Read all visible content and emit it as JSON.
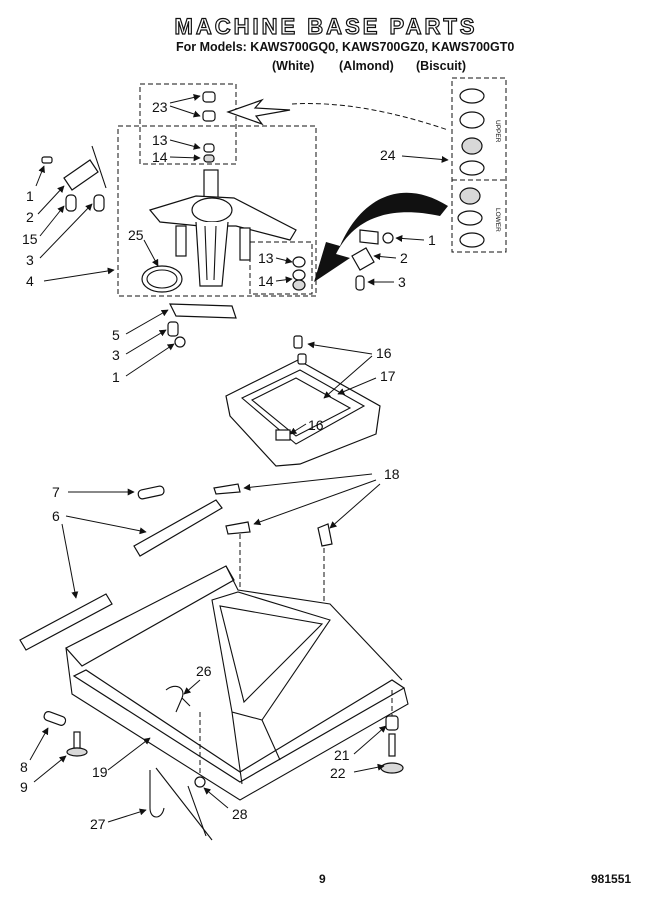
{
  "header": {
    "title": "MACHINE BASE PARTS",
    "models": "For Models: KAWS700GQ0, KAWS700GZ0, KAWS700GT0",
    "variants": [
      "(White)",
      "(Almond)",
      "(Biscuit)"
    ]
  },
  "callouts": {
    "c23": "23",
    "c13a": "13",
    "c14a": "14",
    "c24": "24",
    "c1a": "1",
    "c2a": "2",
    "c15": "15",
    "c3a": "3",
    "c25": "25",
    "c4": "4",
    "c1b": "1",
    "c2b": "2",
    "c13b": "13",
    "c14b": "14",
    "c3b": "3",
    "c5": "5",
    "c3c": "3",
    "c1c": "1",
    "c16a": "16",
    "c17": "17",
    "c16b": "16",
    "c7": "7",
    "c18": "18",
    "c6": "6",
    "c26": "26",
    "c8": "8",
    "c9": "9",
    "c19": "19",
    "c21": "21",
    "c22": "22",
    "c27": "27",
    "c28": "28"
  },
  "seal_kit_labels": {
    "upper": "UPPER",
    "lower": "LOWER"
  },
  "footer": {
    "page_number": "9",
    "doc_code": "981551"
  },
  "icons": [
    "arrow-icon"
  ]
}
